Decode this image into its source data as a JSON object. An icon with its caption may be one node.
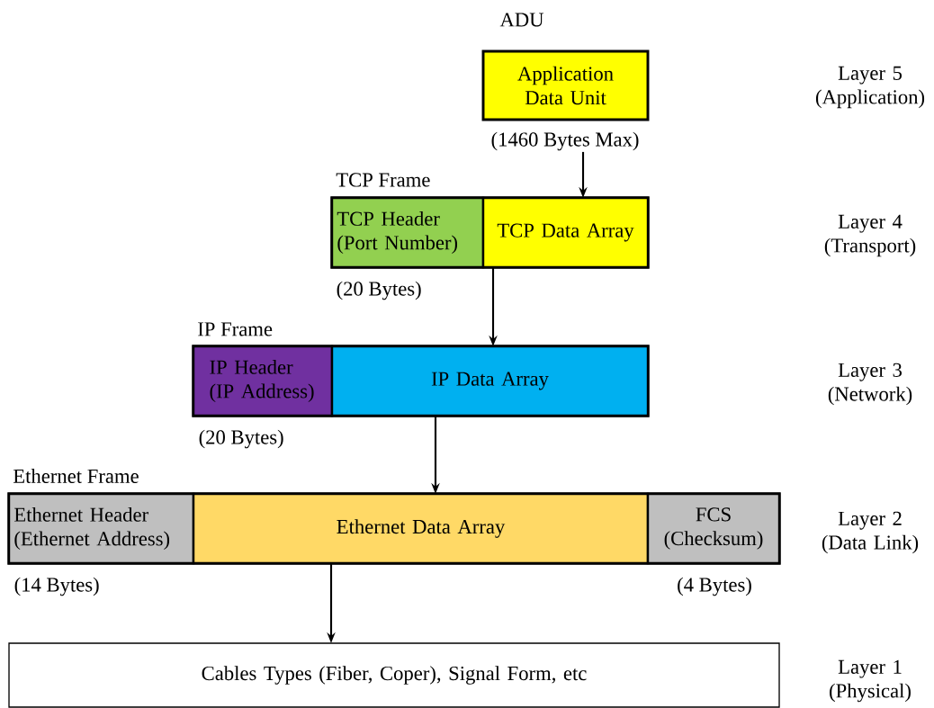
{
  "diagram": {
    "nodes": [
      {
        "text": [
          "ADU",
          "Application Data Unit"
        ],
        "beside": [
          "(1460 Bytes Max)"
        ]
      },
      {
        "text": [
          "TCP Frame"
        ]
      },
      {
        "text": [
          "TCP Header (Port Number)"
        ],
        "in": 1,
        "beside": [
          "(20 Bytes)"
        ]
      },
      {
        "text": [
          "TCP Data Array"
        ],
        "in": 1
      },
      {
        "text": [
          "IP Frame"
        ]
      },
      {
        "text": [
          "IP Header (IP Address)"
        ],
        "in": 4,
        "beside": [
          "(20 Bytes)"
        ]
      },
      {
        "text": [
          "IP Data Array"
        ],
        "in": 4
      },
      {
        "text": [
          "Ethernet Frame"
        ]
      },
      {
        "text": [
          "Ethernet Header (Ethernet Address)"
        ],
        "in": 7,
        "beside": [
          "(14 Bytes)"
        ]
      },
      {
        "text": [
          "Ethernet Data Array"
        ],
        "in": 7
      },
      {
        "text": [
          "FCS (Checksum)"
        ],
        "in": 7,
        "beside": [
          "(4 Bytes)"
        ]
      },
      {
        "text": [
          "Cables Types (Fiber, Coper), Signal Form, etc"
        ]
      }
    ],
    "edges": [
      {
        "from": 0,
        "to": 3,
        "arrow": "to"
      },
      {
        "from": 3,
        "to": 6,
        "arrow": "to"
      },
      {
        "from": 6,
        "to": 9,
        "arrow": "to"
      },
      {
        "from": 9,
        "to": 11,
        "arrow": "to"
      }
    ],
    "labels": [
      "Layer 5 (Application)",
      "Layer 4 (Transport)",
      "Layer 3 (Network)",
      "Layer 2 (Data Link)",
      "Layer 1 (Physical)"
    ]
  }
}
